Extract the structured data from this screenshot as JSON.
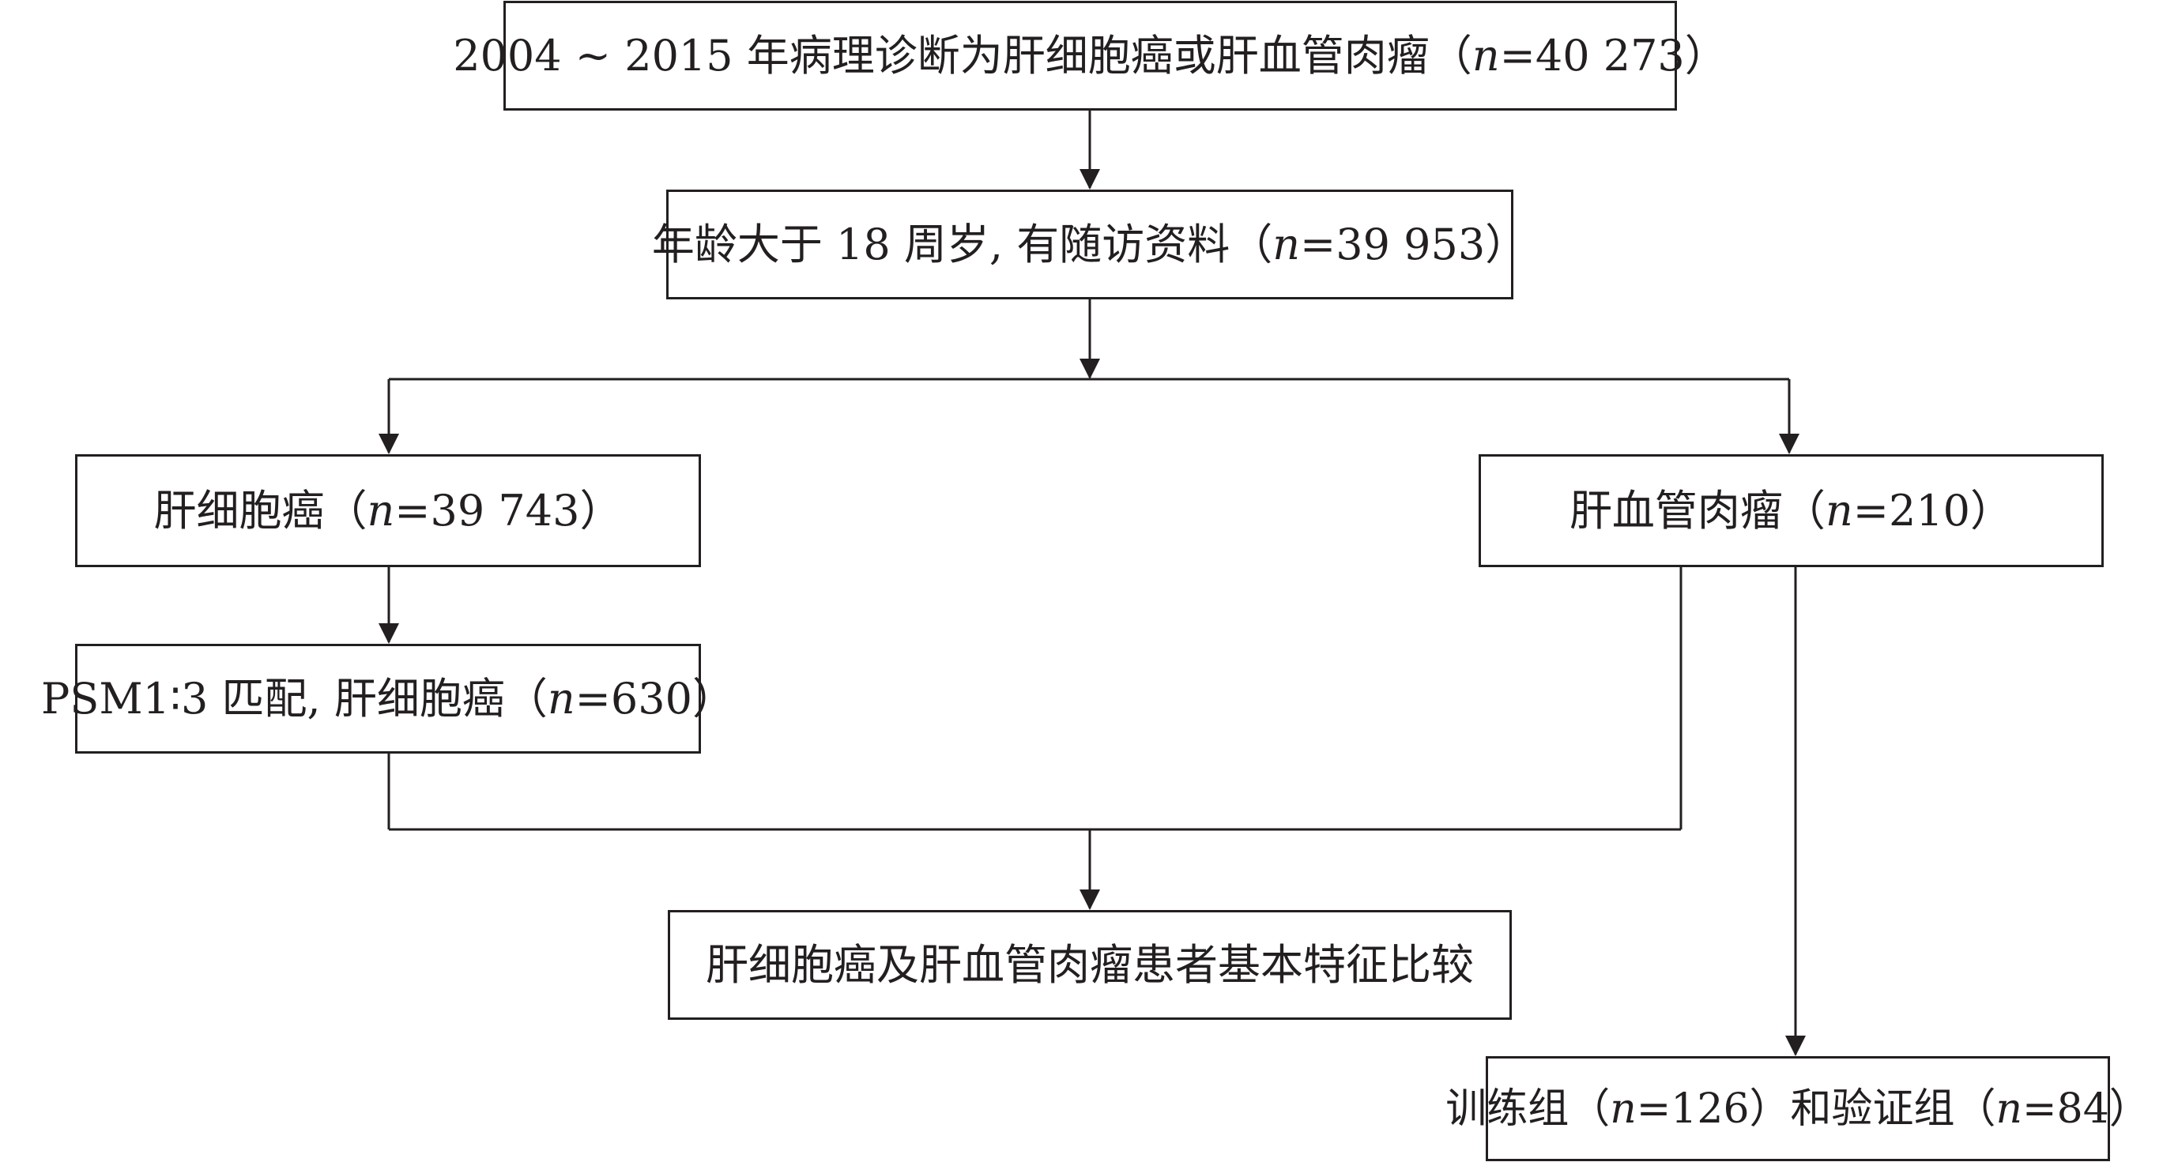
{
  "flowchart": {
    "nodes": {
      "total": {
        "text_before": "2004 ~ 2015 年病理诊断为肝细胞癌或肝血管肉瘤（",
        "n_symbol": "n",
        "text_after": "=40 273）"
      },
      "filtered": {
        "text_before": "年龄大于 18 周岁, 有随访资料（",
        "n_symbol": "n",
        "text_after": "=39 953）"
      },
      "hcc": {
        "text_before": "肝细胞癌（",
        "n_symbol": "n",
        "text_after": "=39 743）"
      },
      "hasl": {
        "text_before": "肝血管肉瘤（",
        "n_symbol": "n",
        "text_after": "=210）"
      },
      "psm": {
        "text_before": "PSM1∶3 匹配, 肝细胞癌（",
        "n_symbol": "n",
        "text_after": "=630）"
      },
      "compare": {
        "text": "肝细胞癌及肝血管肉瘤患者基本特征比较"
      },
      "split": {
        "train_before": "训练组（",
        "train_n_symbol": "n",
        "train_after": "=126）和验证组（",
        "valid_n_symbol": "n",
        "valid_after": "=84）"
      }
    },
    "edges": [
      {
        "from": "total",
        "to": "filtered"
      },
      {
        "from": "filtered",
        "to": "hcc"
      },
      {
        "from": "filtered",
        "to": "hasl"
      },
      {
        "from": "hcc",
        "to": "psm"
      },
      {
        "from": "psm",
        "to": "compare"
      },
      {
        "from": "hasl",
        "to": "compare"
      },
      {
        "from": "hasl",
        "to": "split"
      }
    ],
    "colors": {
      "stroke": "#231f20",
      "background": "#ffffff"
    }
  }
}
